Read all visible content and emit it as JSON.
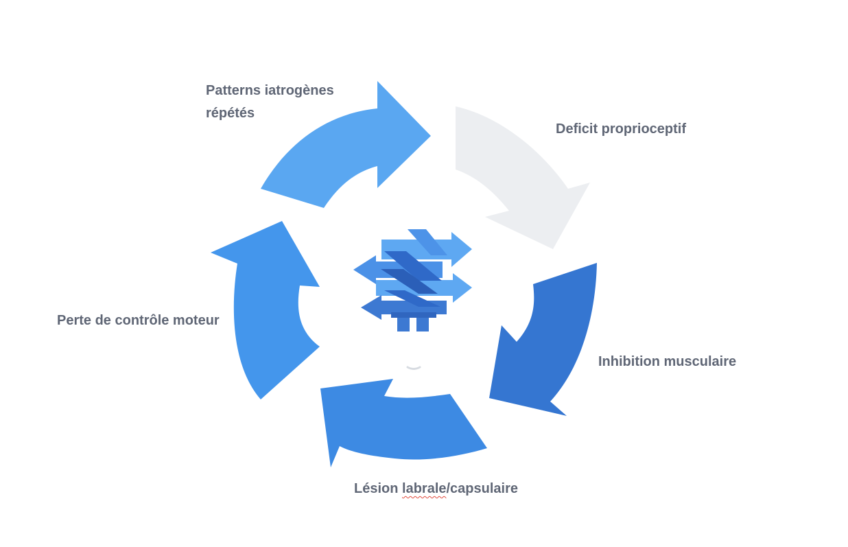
{
  "diagram": {
    "colors": {
      "arrow_patterns": "#5aa7f1",
      "arrow_deficit": "#eceef1",
      "arrow_inhibition": "#3576d1",
      "arrow_lesion": "#3d8ae3",
      "arrow_perte": "#4496ec",
      "center_light": "#5ea8f2",
      "center_dark": "#2f69c8",
      "text": "#5f6675"
    },
    "labels": {
      "patterns_line1": "Patterns iatrogènes",
      "patterns_line2": "répétés",
      "deficit": "Deficit proprioceptif",
      "inhibition": "Inhibition musculaire",
      "lesion_word": "Lésion",
      "lesion_spell": "labrale",
      "lesion_rest": "/capsulaire",
      "perte": "Perte de contrôle moteur"
    },
    "icons": {
      "center": "spring-arrows-icon"
    }
  }
}
